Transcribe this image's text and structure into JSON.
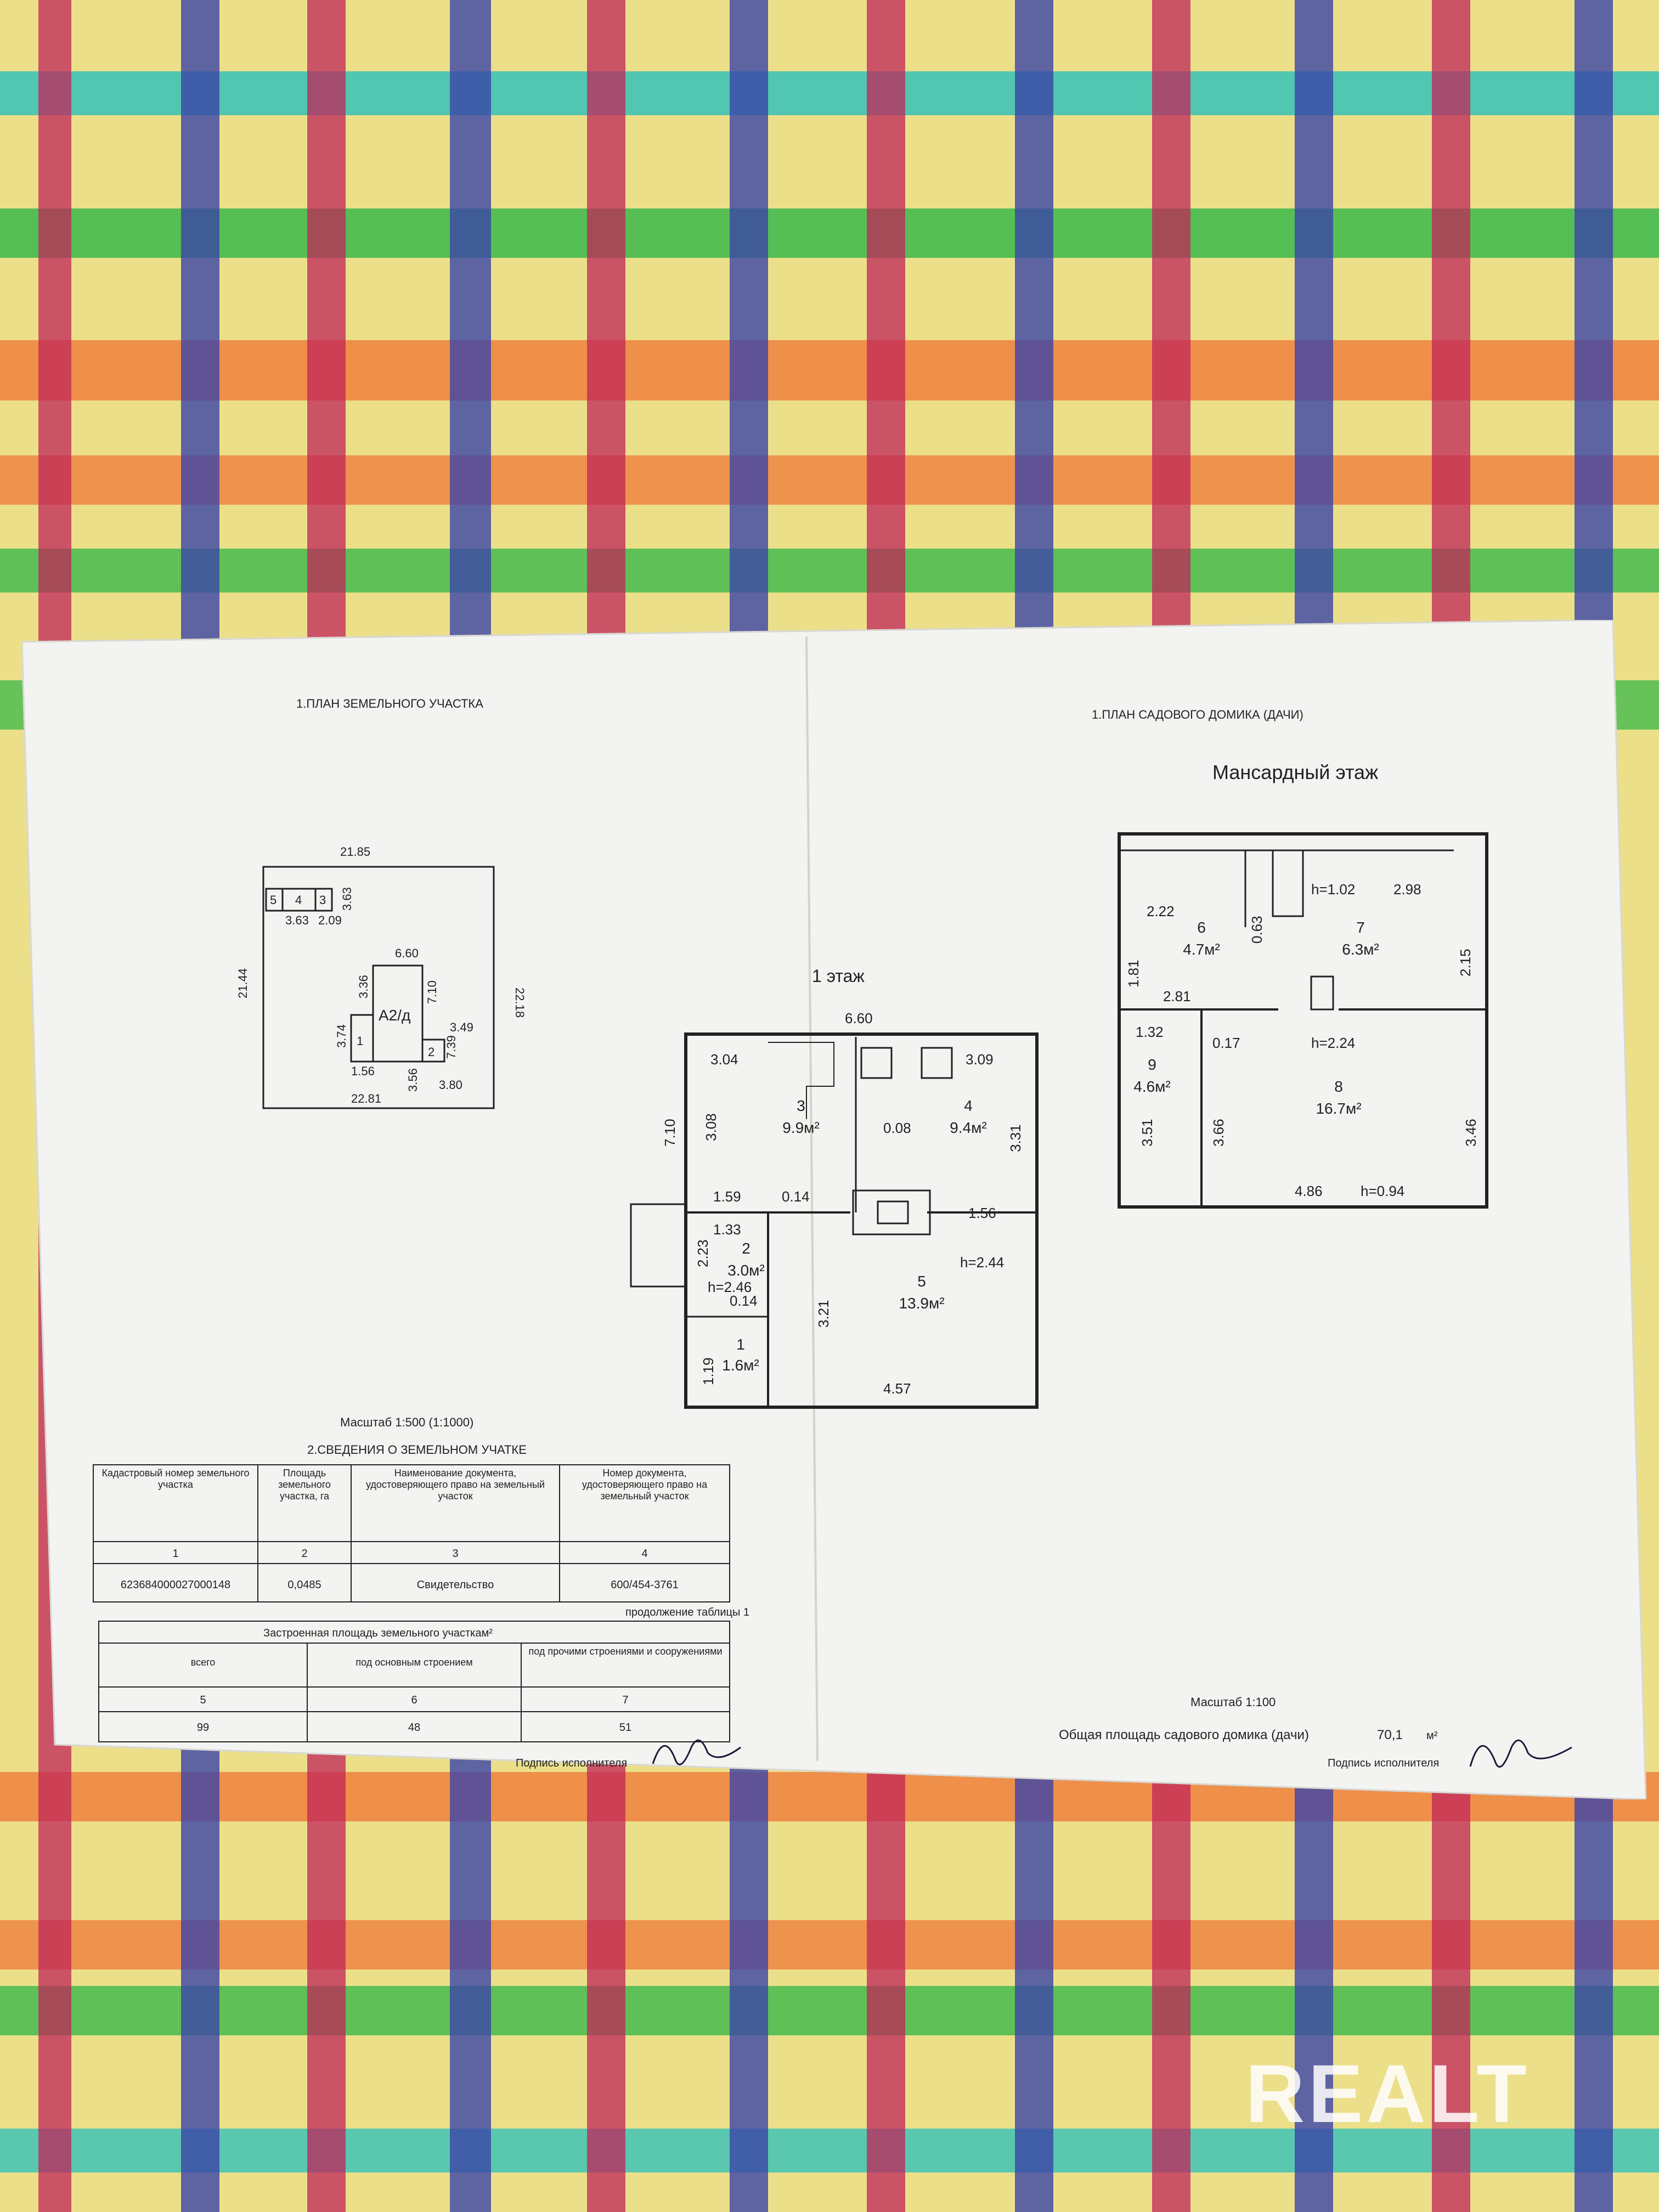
{
  "colors": {
    "cloth_base": "#ecdf8a",
    "stripe_red": "#c0245a",
    "stripe_blue": "#3b44a8",
    "stripe_green": "#3bb84a",
    "stripe_teal": "#36c2b6",
    "stripe_orange": "#ef7a3a",
    "paper": "#f3f3f1",
    "ink": "#222222"
  },
  "left": {
    "land_plan_title": "1.ПЛАН ЗЕМЕЛЬНОГО УЧАСТКА",
    "site": {
      "top": "21.85",
      "left": "21.44",
      "right": "22.18",
      "bottom": "22.81",
      "b5": "5",
      "b4": "4",
      "b3": "3",
      "w363": "3.63",
      "w209": "2.09",
      "h363": "3.63",
      "house": "А2/д",
      "d660": "6.60",
      "d336": "3.36",
      "d710": "7.10",
      "d374": "3.74",
      "d156": "1.56",
      "n1": "1",
      "n2": "2",
      "d349": "3.49",
      "d739": "7.39",
      "d356": "3.56",
      "d380": "3.80"
    },
    "scale": "Масштаб 1:500 (1:1000)",
    "info_title": "2.СВЕДЕНИЯ О ЗЕМЕЛЬНОМ УЧАТКЕ",
    "table1": {
      "headers": [
        "Кадастровый номер земельного участка",
        "Площадь земельного участка, га",
        "Наименование документа, удостоверяющего право на земельный участок",
        "Номер документа, удостоверяющего право на земельный участок"
      ],
      "nums": [
        "1",
        "2",
        "3",
        "4"
      ],
      "values": [
        "623684000027000148",
        "0,0485",
        "Свидетельство",
        "600/454-3761"
      ]
    },
    "continuation": "продолжение таблицы 1",
    "table2": {
      "title": "Застроенная площадь земельного участкам²",
      "headers": [
        "всего",
        "под основным строением",
        "под прочими строениями и сооружениями"
      ],
      "nums": [
        "5",
        "6",
        "7"
      ],
      "values": [
        "99",
        "48",
        "51"
      ]
    },
    "signature_label": "Подпись исполнителя"
  },
  "floor1": {
    "title": "1 этаж",
    "dims": {
      "top": "6.60",
      "d304": "3.04",
      "d309": "3.09",
      "d308": "3.08",
      "d710": "7.10",
      "d331": "3.31",
      "d159": "1.59",
      "d014a": "0.14",
      "d156": "1.56",
      "d133": "1.33",
      "d223": "2.23",
      "d246": "h=2.46",
      "d014b": "0.14",
      "d119": "1.19",
      "d321": "3.21",
      "d457": "4.57",
      "d008": "0.08",
      "h244": "h=2.44"
    },
    "rooms": [
      {
        "n": "3",
        "a": "9.9м²"
      },
      {
        "n": "4",
        "a": "9.4м²"
      },
      {
        "n": "2",
        "a": "3.0м²"
      },
      {
        "n": "1",
        "a": "1.6м²"
      },
      {
        "n": "5",
        "a": "13.9м²"
      }
    ]
  },
  "right": {
    "house_plan_title": "1.ПЛАН САДОВОГО ДОМИКА (ДАЧИ)",
    "attic_title": "Мансардный этаж",
    "dims": {
      "d222": "2.22",
      "d063": "0.63",
      "h102": "h=1.02",
      "d298": "2.98",
      "d181": "1.81",
      "d215": "2.15",
      "d281": "2.81",
      "d132": "1.32",
      "d017": "0.17",
      "h224": "h=2.24",
      "d351": "3.51",
      "d366": "3.66",
      "d346": "3.46",
      "d486": "4.86",
      "h094": "h=0.94"
    },
    "rooms": [
      {
        "n": "6",
        "a": "4.7м²"
      },
      {
        "n": "7",
        "a": "6.3м²"
      },
      {
        "n": "9",
        "a": "4.6м²"
      },
      {
        "n": "8",
        "a": "16.7м²"
      }
    ],
    "scale": "Масштаб 1:100",
    "total_label": "Общая площадь садового домика (дачи)",
    "total_value": "70,1",
    "total_unit": "м²",
    "signature_label": "Подпись исполнителя"
  },
  "watermark": "REALT"
}
